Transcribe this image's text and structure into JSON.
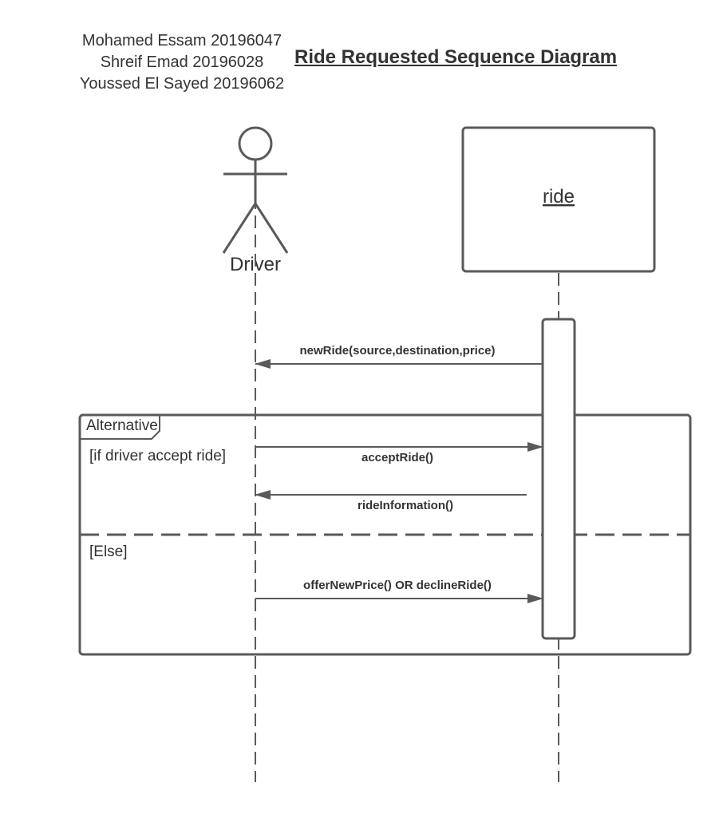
{
  "authors": [
    "Mohamed Essam 20196047",
    "Shreif Emad 20196028",
    "Youssed El Sayed 20196062"
  ],
  "title": "Ride Requested Sequence Diagram",
  "colors": {
    "line": "#5a5a5a",
    "text": "#333333",
    "background": "#ffffff"
  },
  "participants": [
    {
      "id": "driver",
      "kind": "actor",
      "label": "Driver"
    },
    {
      "id": "ride",
      "kind": "object",
      "label": "ride"
    }
  ],
  "fragment": {
    "operator": "Alternative",
    "guards": [
      "[if driver accept ride]",
      "[Else]"
    ]
  },
  "messages": [
    {
      "from": "ride",
      "to": "driver",
      "label": "newRide(source,destination,price)"
    },
    {
      "from": "driver",
      "to": "ride",
      "label": "acceptRide()"
    },
    {
      "from": "ride",
      "to": "driver",
      "label": "rideInformation()"
    },
    {
      "from": "driver",
      "to": "ride",
      "label": "offerNewPrice() OR declineRide()"
    }
  ]
}
